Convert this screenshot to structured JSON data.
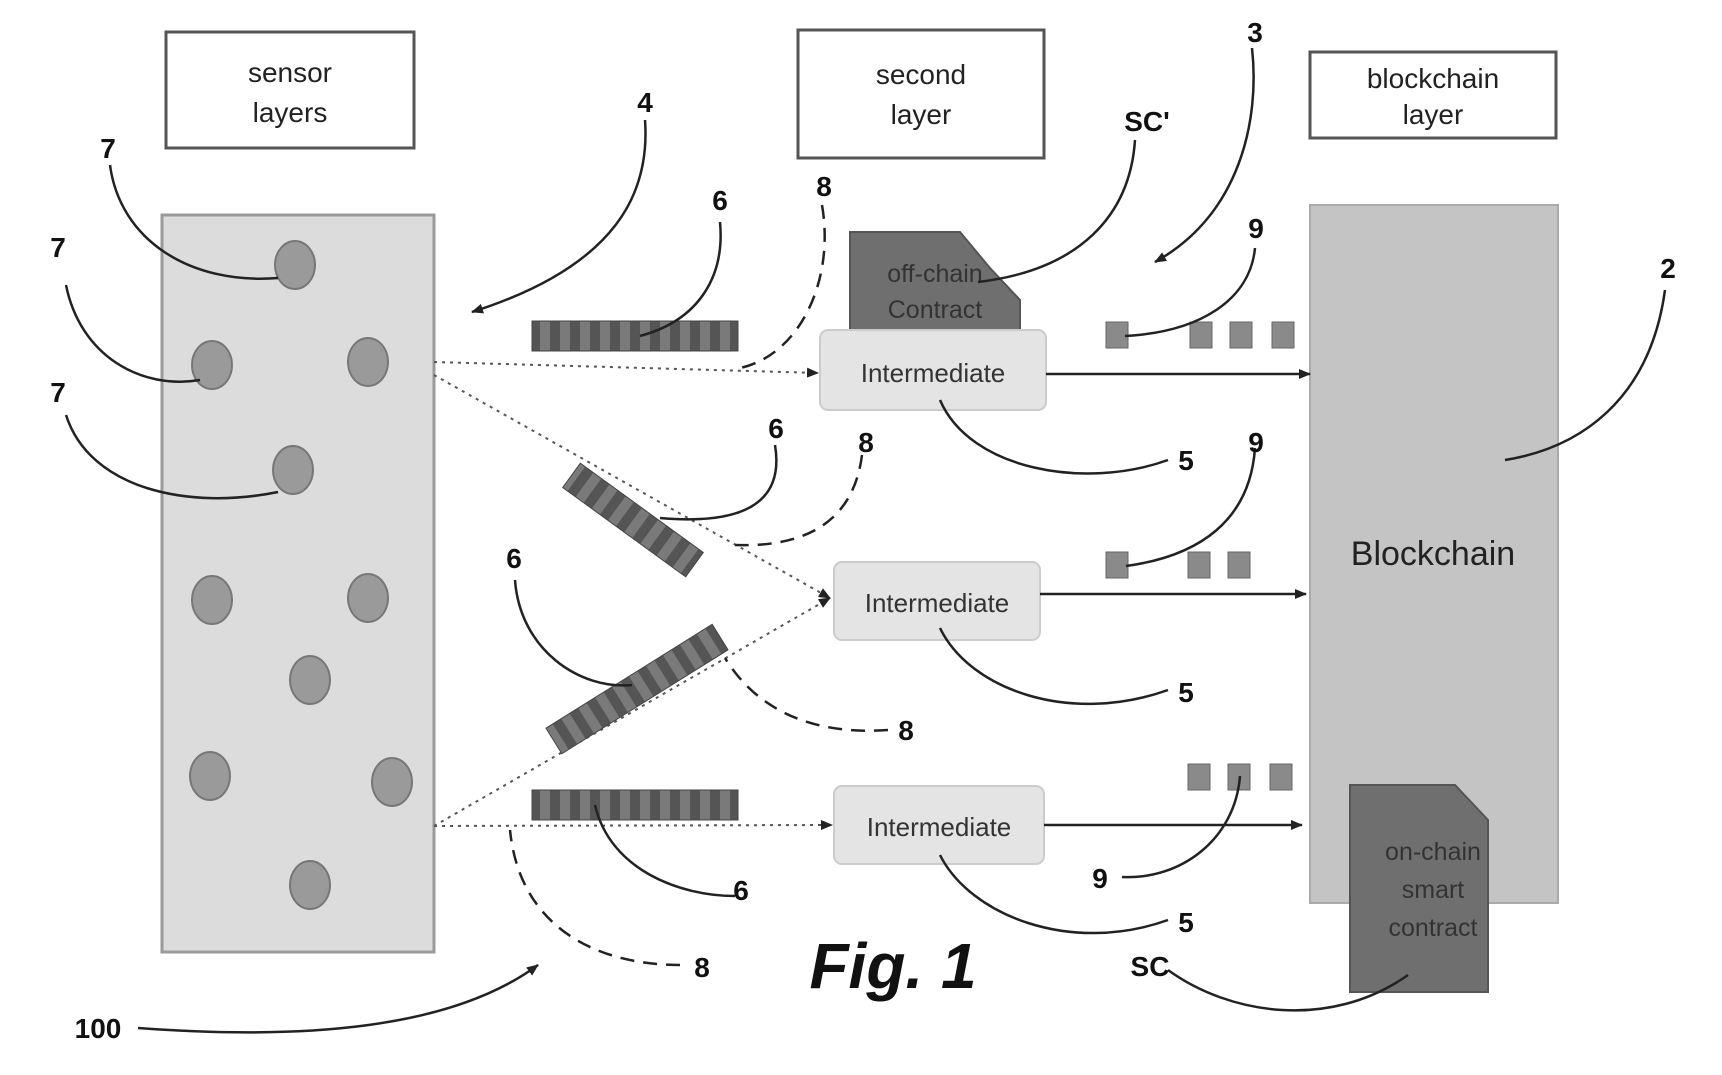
{
  "headers": {
    "sensor": [
      "sensor",
      "layers"
    ],
    "second": [
      "second",
      "layer"
    ],
    "blockchain": [
      "blockchain",
      "layer"
    ]
  },
  "blockchain_label": "Blockchain",
  "intermediate_label": "Intermediate",
  "offchain_contract": [
    "off-chain",
    "Contract"
  ],
  "onchain_contract": [
    "on-chain",
    "smart",
    "contract"
  ],
  "figure_caption": "Fig. 1",
  "reference_numerals": {
    "blockchain": "2",
    "arrow_3": "3",
    "arrow_4": "4",
    "intermediate": "5",
    "data_packet": "6",
    "sensor": "7",
    "connection": "8",
    "transaction": "9",
    "system": "100",
    "offchain": "SC'",
    "onchain": "SC"
  },
  "colors": {
    "sensor_panel": "#dcdcdc",
    "sensor_node": "#9a9a9a",
    "packet": "#6e6e6e",
    "block": "#8a8a8a",
    "intermediate_box": "#e4e4e4",
    "blockchain_panel": "#c4c4c4",
    "contract": "#6f6f6f",
    "lines": "#222222"
  }
}
